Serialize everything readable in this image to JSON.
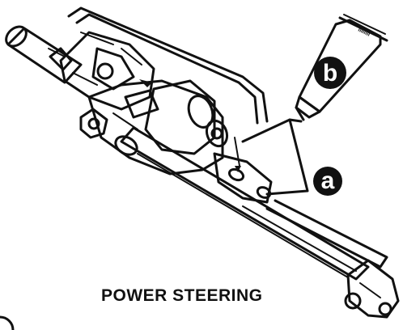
{
  "caption": "POWER STEERING",
  "callouts": {
    "a": "a",
    "b": "b"
  },
  "colors": {
    "ink": "#111111",
    "paper": "#ffffff"
  }
}
